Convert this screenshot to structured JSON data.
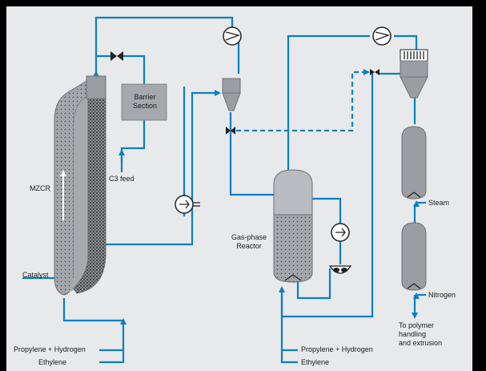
{
  "labels": {
    "barrier_section_line1": "Barrier",
    "barrier_section_line2": "Section",
    "mzcr": "MZCR",
    "c3_feed": "C3 feed",
    "catalyst": "Catalyst",
    "gas_phase_line1": "Gas-phase",
    "gas_phase_line2": "Reactor",
    "steam": "Steam",
    "nitrogen": "Nitrogen",
    "polymer_line1": "To polymer",
    "polymer_line2": "handling",
    "polymer_line3": "and extrusion",
    "feed_left_propylene": "Propylene + Hydrogen",
    "feed_left_ethylene": "Ethylene",
    "feed_right_propylene": "Propylene + Hydrogen",
    "feed_right_ethylene": "Ethylene"
  },
  "colors": {
    "pipe": "#0a7fc4",
    "vessel": "#9a9ea3",
    "vessel_light": "#b8bbbf",
    "barrier_box": "#a5a8ac",
    "background": "#e8e9ea",
    "frame": "#000000"
  },
  "icons": {
    "compressor": "compressor-icon",
    "heat_exchanger": "heat-exchanger-icon",
    "valve": "valve-icon",
    "filter": "filter-icon"
  }
}
